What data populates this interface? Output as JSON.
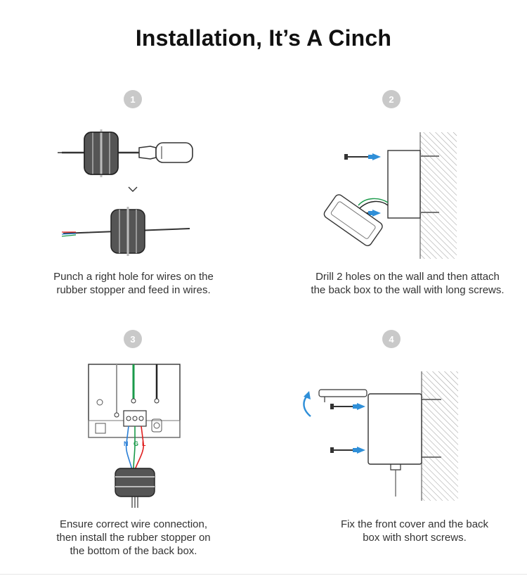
{
  "title": "Installation, It’s A Cinch",
  "steps": [
    {
      "number": "1",
      "caption_lines": [
        "Punch a right hole for wires on the",
        "rubber stopper and feed in wires."
      ]
    },
    {
      "number": "2",
      "caption_lines": [
        "Drill 2 holes on the wall and then attach",
        "the back box to the wall with long screws."
      ]
    },
    {
      "number": "3",
      "caption_lines": [
        "Ensure correct wire connection,",
        "then install the rubber stopper on",
        "the bottom of the back box."
      ],
      "terminal_labels": [
        "N",
        "G",
        "L"
      ]
    },
    {
      "number": "4",
      "caption_lines": [
        "Fix the front cover and the back",
        "box with short screws."
      ]
    }
  ],
  "colors": {
    "badge": "#c9c9c9",
    "arrow_blue": "#2f8fd8",
    "wire_green": "#1a9a4a",
    "wire_red": "#e02020",
    "wire_blue": "#2a7fd6",
    "stopper_dark": "#555555"
  }
}
